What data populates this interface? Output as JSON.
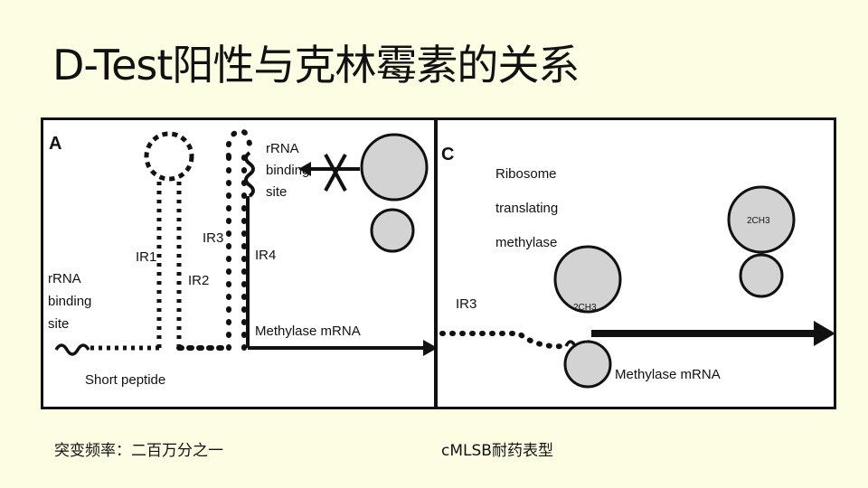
{
  "title": "D-Test阳性与克林霉素的关系",
  "panel_a": {
    "letter": "A",
    "rrna_left": [
      "rRNA",
      "binding",
      "site"
    ],
    "short_peptide": "Short peptide",
    "ir1": "IR1",
    "ir2": "IR2",
    "ir3": "IR3",
    "ir4": "IR4",
    "rrna_top": [
      "rRNA",
      "binding",
      "site"
    ],
    "methylase_mrna": "Methylase mRNA"
  },
  "panel_c": {
    "letter": "C",
    "ribosome_label": [
      "Ribosome",
      "translating",
      "methylase"
    ],
    "ir3": "IR3",
    "ch3_front": "2CH3",
    "ch3_right": "2CH3",
    "methylase_mrna": "Methylase mRNA"
  },
  "captions": {
    "left": "突变频率：二百万分之一",
    "right": "cMLSB耐药表型"
  },
  "colors": {
    "background": "#fdfde3",
    "ribosome_fill": "#d3d3d3",
    "line": "#111111"
  }
}
